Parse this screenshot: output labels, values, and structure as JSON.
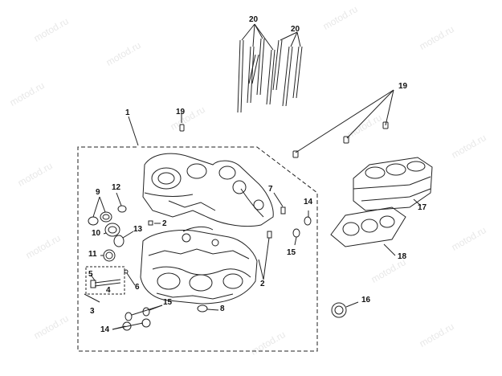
{
  "watermark": "motod.ru",
  "callouts": [
    "1",
    "2",
    "2",
    "3",
    "4",
    "5",
    "6",
    "7",
    "8",
    "9",
    "10",
    "11",
    "12",
    "13",
    "14",
    "14",
    "15",
    "15",
    "16",
    "17",
    "18",
    "19",
    "19",
    "20",
    "20"
  ]
}
